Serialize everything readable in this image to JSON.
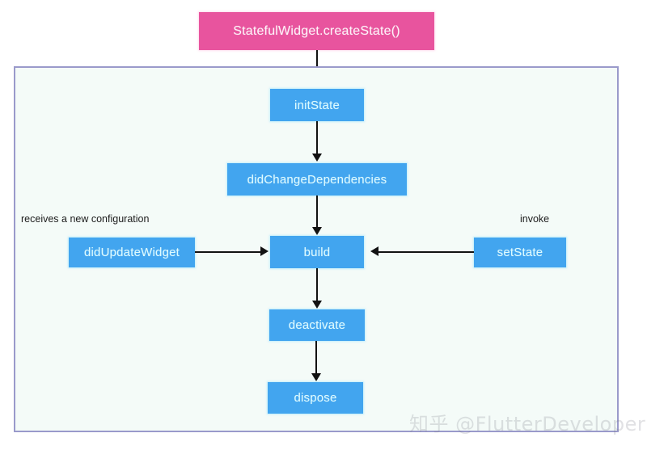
{
  "diagram": {
    "title": "Flutter StatefulWidget State lifecycle",
    "type": "flowchart",
    "colors": {
      "entry_node": "#e8549e",
      "lifecycle_node": "#42a5ef",
      "node_text": "#ddfbff",
      "container_border": "#9a9acb",
      "container_background": "#f4fbf8",
      "arrow": "#121212",
      "watermark": "#78788238"
    },
    "nodes": [
      {
        "id": "createState",
        "label": "StatefulWidget.createState()",
        "kind": "entry"
      },
      {
        "id": "initState",
        "label": "initState",
        "kind": "lifecycle"
      },
      {
        "id": "didChangeDependencies",
        "label": "didChangeDependencies",
        "kind": "lifecycle"
      },
      {
        "id": "didUpdateWidget",
        "label": "didUpdateWidget",
        "kind": "lifecycle"
      },
      {
        "id": "build",
        "label": "build",
        "kind": "lifecycle"
      },
      {
        "id": "setState",
        "label": "setState",
        "kind": "lifecycle"
      },
      {
        "id": "deactivate",
        "label": "deactivate",
        "kind": "lifecycle"
      },
      {
        "id": "dispose",
        "label": "dispose",
        "kind": "lifecycle"
      }
    ],
    "edges": [
      {
        "from": "createState",
        "to": "initState",
        "label": "",
        "direction": "down"
      },
      {
        "from": "initState",
        "to": "didChangeDependencies",
        "label": "",
        "direction": "down"
      },
      {
        "from": "didChangeDependencies",
        "to": "build",
        "label": "",
        "direction": "down"
      },
      {
        "from": "didUpdateWidget",
        "to": "build",
        "label": "receives a new configuration",
        "direction": "right"
      },
      {
        "from": "setState",
        "to": "build",
        "label": "invoke",
        "direction": "left"
      },
      {
        "from": "build",
        "to": "deactivate",
        "label": "",
        "direction": "down"
      },
      {
        "from": "deactivate",
        "to": "dispose",
        "label": "",
        "direction": "down"
      }
    ],
    "edge_labels": {
      "receives": "receives a new configuration",
      "invoke": "invoke"
    }
  },
  "watermark": {
    "text": "知乎 @FlutterDeveloper"
  }
}
